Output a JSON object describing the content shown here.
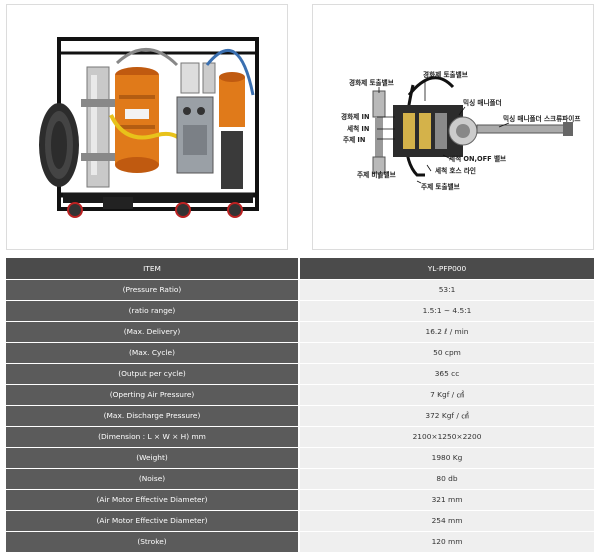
{
  "diagram": {
    "labels": {
      "hardener_discharge_valve_left": "경화제 토출밸브",
      "hardener_discharge_valve_top": "경화제 토출밸브",
      "hardener_in": "경화제 IN",
      "cleaner_in": "세척 IN",
      "main_in": "주제 IN",
      "mixing_manifold": "믹싱 매니폴더",
      "mixing_static_mixer": "믹싱 매니폴더 스크류파이프",
      "main_return_valve": "주제 비솔밸브",
      "cleaning_onoff_valve": "세척 ON,OFF 밸브",
      "cleaning_hose_line": "세척 호스 라인",
      "main_discharge_valve": "주제 토출밸브"
    }
  },
  "spec_table": {
    "header": {
      "item": "ITEM",
      "model": "YL-PFP000"
    },
    "rows": [
      {
        "label": "(Pressure Ratio)",
        "value": "53:1"
      },
      {
        "label": "(ratio range)",
        "value": "1.5:1 ~ 4.5:1"
      },
      {
        "label": "(Max. Delivery)",
        "value": "16.2 ℓ / min"
      },
      {
        "label": "(Max. Cycle)",
        "value": "50 cpm"
      },
      {
        "label": "(Output per cycle)",
        "value": "365 cc"
      },
      {
        "label": "(Operting Air Pressure)",
        "value": "7 Kgf / ㎠"
      },
      {
        "label": "(Max. Discharge Pressure)",
        "value": "372 Kgf / ㎠"
      },
      {
        "label": "(Dimension : L × W × H) mm",
        "value": "2100×1250×2200"
      },
      {
        "label": "(Weight)",
        "value": "1980 Kg"
      },
      {
        "label": "(Noise)",
        "value": "80 db"
      },
      {
        "label": "(Air Motor Effective Diameter)",
        "value": "321 mm"
      },
      {
        "label": "(Air Motor Effective Diameter)",
        "value": "254 mm"
      },
      {
        "label": "(Stroke)",
        "value": "120 mm"
      }
    ]
  }
}
